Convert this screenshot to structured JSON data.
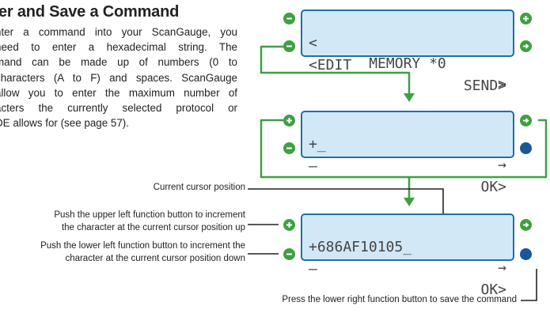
{
  "title": "er and Save a Command",
  "body_lines": [
    "nter a command into your ScanGauge, you",
    "need to enter a hexadecimal string. The",
    "mand can be made up of numbers (0 to",
    "characters (A to F) and spaces. ScanGauge",
    "allow you to enter the maximum number of",
    "acters the currently selected protocol or",
    "DE allows for (see page 57)."
  ],
  "screen1": {
    "top_left": "<",
    "top_center": "MEMORY *0",
    "top_right": ">",
    "bottom_left": "<EDIT",
    "bottom_right": "SEND>"
  },
  "screen2": {
    "top_left": "+_",
    "top_right": "→",
    "bottom_left": "–",
    "bottom_right": "OK>"
  },
  "screen3": {
    "top_left": "+686AF10105_",
    "top_right": "→",
    "bottom_left": "–",
    "bottom_right": "OK>"
  },
  "labels": {
    "cursor": "Current cursor position",
    "upper_left_1": "Push the upper left function button to increment",
    "upper_left_2": "the character at the current cursor position up",
    "lower_left_1": "Push the lower left function button to increment the",
    "lower_left_2": "character at the current cursor position down",
    "lower_right": "Press the lower right function button to save the command"
  },
  "colors": {
    "green": "#3ea042",
    "blue": "#16589a",
    "screen_bg": "#d2e8f6",
    "screen_border": "#1d6fae"
  },
  "icons": {
    "minus": "minus-icon",
    "plus": "plus-icon",
    "arrow": "arrow-right-icon",
    "dot": "blue-dot-icon"
  }
}
